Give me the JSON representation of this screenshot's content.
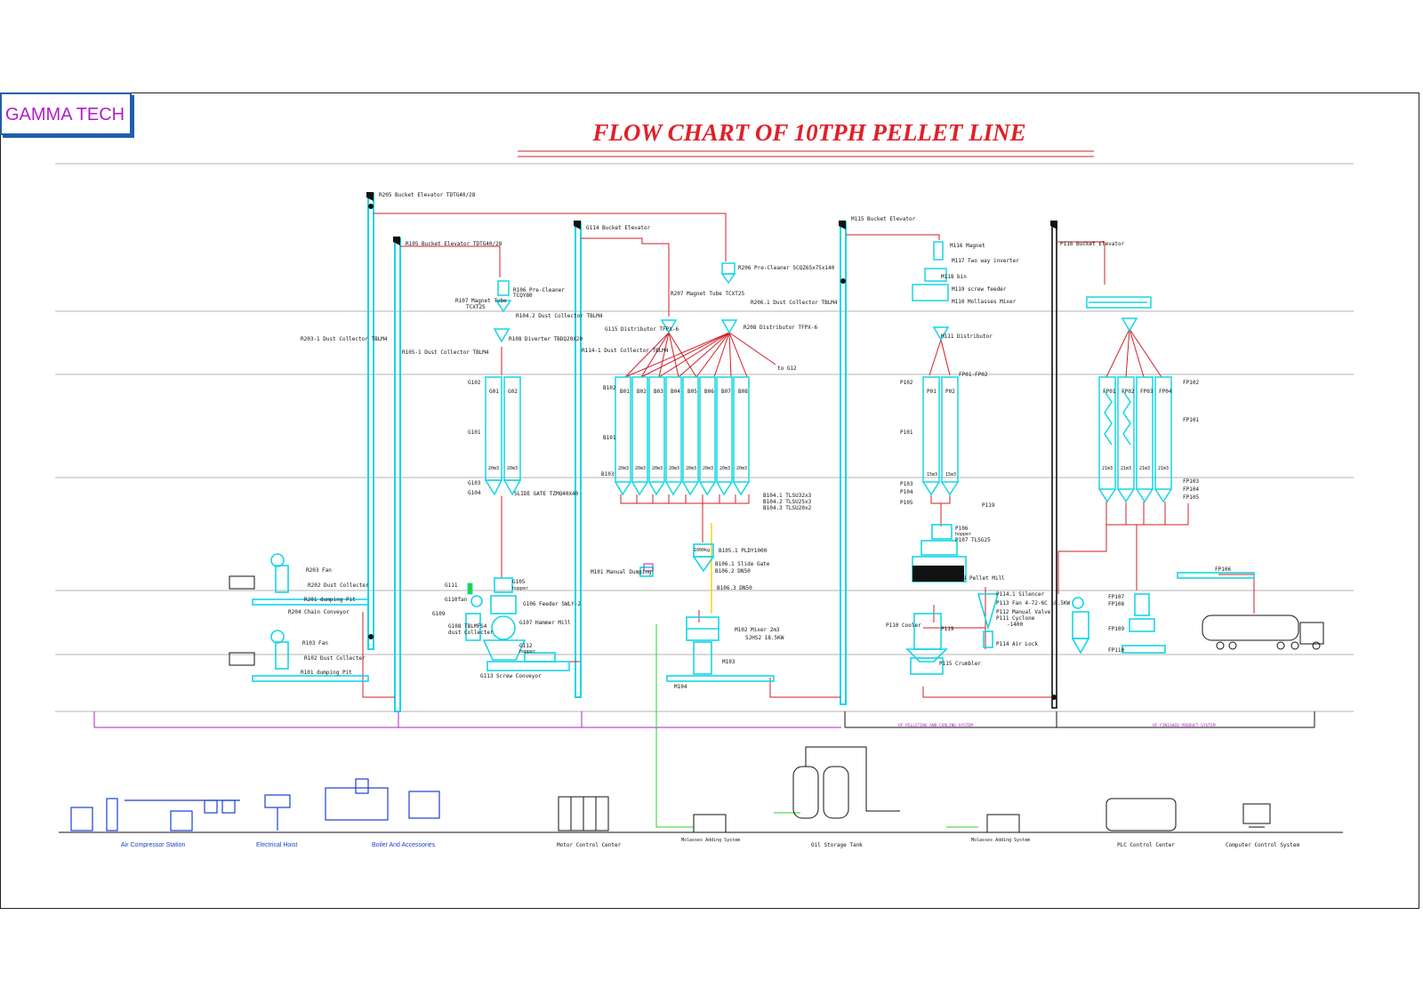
{
  "logo": "GAMMA TECH",
  "title": "FLOW CHART OF 10TPH PELLET LINE",
  "colors": {
    "equipment": "#15d6e6",
    "flow": "#d21f2a",
    "accent": "#b01fc8",
    "label": "#1a3fd0",
    "green": "#2bd12b",
    "yellow": "#f2d21a"
  },
  "labels": {
    "r205": "R205 Bucket Elevator  TDTG40/28",
    "r105": "R105 Bucket Elevator TDTG40/28",
    "g114": "G114 Bucket Elevator",
    "m115": "M115 Bucket Elevator",
    "p116": "P116 Bucket Elevator",
    "r203_1": "R203-1 Dust Collector TBLM4",
    "r105_1": "R105-1 Dust Collector TBLM4",
    "r114_1": "R114-1 Dust Collector TBLM4",
    "r107": "R107 Magnet Tube",
    "r107b": "TCXT25",
    "r106": "R106 Pre-Cleaner",
    "r106b": "TCQY80",
    "r104_2": "R104.2 Dust Collector TBLM4",
    "r108": "R108 Diverter TBDQ20X20",
    "r206": "R206 Pre-Cleaner SCQZ65x75x140",
    "r207": "R207 Magnet Tube TCXT25",
    "r206_1": "R206.1 Dust Collector TBLM4",
    "r208": "R208 Distributor TFPX-6",
    "g115": "G115  Distributor TFPX-6",
    "to_g12": "to G12",
    "m116": "M116 Magnet",
    "m117": "M117 Two way inverter",
    "m118": "M118 bin",
    "m119": "M119 screw feeder",
    "m110": "M110 Mollasses Mixer",
    "m111": "M111 Distributor",
    "fp01": "FP01-FP02",
    "g102": "G102",
    "g101": "G101",
    "g103": "G103",
    "g104": "G104",
    "g01": "G01",
    "g02": "G02",
    "slide": "SLIDE GATE TZMQ40X40",
    "b102": "B102",
    "b101": "B101",
    "b103": "B103",
    "bins_b": [
      "B01",
      "B02",
      "B03",
      "B04",
      "B05",
      "B06",
      "B07",
      "B08"
    ],
    "b104": [
      "B104.1  TLSU32x3",
      "B104.2  TLSU25x3",
      "B104.3  TLSU20x2"
    ],
    "p102": "P102",
    "p101": "P101",
    "p103": "P103",
    "p104": "P104",
    "p105": "P105",
    "p01": "P01",
    "p02": "P02",
    "bins_fp": [
      "FP01",
      "FP02",
      "FP03",
      "FP04"
    ],
    "fp102": "FP102",
    "fp101": "FP101",
    "fp103": "FP103",
    "fp104": "FP104",
    "fp105": "FP105",
    "r203": "R203 Fan",
    "r202": "R202 Dust Collecter",
    "r201": "R201 dumping Pit",
    "r204": "R204 Chain Conveyor",
    "r103": "R103 Fan",
    "r102": "R102 Dust Collecter",
    "r101": "R101 dumping Pit",
    "g111": "G111",
    "g110": "G110fan",
    "g109": "G109",
    "g108": "G108 TBLMFS4",
    "g108b": "dust Collecter",
    "g105": "G105",
    "g105b": "hopper",
    "g106": "G106 Feeder SWLY-2",
    "g107": "G107 Hammer Mill",
    "g112": "G112",
    "g112b": "hopper",
    "g113": "G113 Screw Conveyor",
    "b105_1": "B105.1 PLDY1000",
    "b106_1": "B106.1 Slide Gate",
    "b106_2": "B106.2 DN50",
    "b106_3": "B106.3 DN50",
    "m101": "M101 Manual Dumping",
    "m102": "M102 Mixer 2m3",
    "m102b": "SJHS2 18.5KW",
    "m103": "M103",
    "m104": "M104",
    "p106": "P106",
    "p106b": "hopper",
    "p107": "P107 TLSG25",
    "p109": "P109 Pellet Mill",
    "p119": "P119",
    "p114_1": "P114.1 Silencer",
    "p113": "P113 Fan 4-72-6C 18.5KW",
    "p112": "P112 Manual Valve",
    "p111": "P111 Cyclone",
    "p111b": "-1400",
    "p110": "P110 Cooler",
    "p114": "P114  Air Lock",
    "p115": "P115 Crumbler",
    "fp106": "FP106",
    "fp107": "FP107",
    "fp108": "FP108",
    "fp109": "FP109",
    "fp110": "FP110",
    "bin_cap": "20m3",
    "bin_cap_p": "15m3",
    "bin_cap_fp": "21m3",
    "bin_cap_b": "1000kg",
    "sys_pellet": "OF PELLETING AND COOLING SYSTEM",
    "sys_product": "OF FINISHED PRODUCT SYSTEM",
    "bottom": [
      "Air Compressor Station",
      "Electrical Hoist",
      "Boiler And Accessories",
      "Motor Control Center",
      "Molasses Adding System",
      "Oil Storage Tank",
      "Molasses Adding System",
      "PLC Control Center",
      "Computer Control System"
    ]
  }
}
